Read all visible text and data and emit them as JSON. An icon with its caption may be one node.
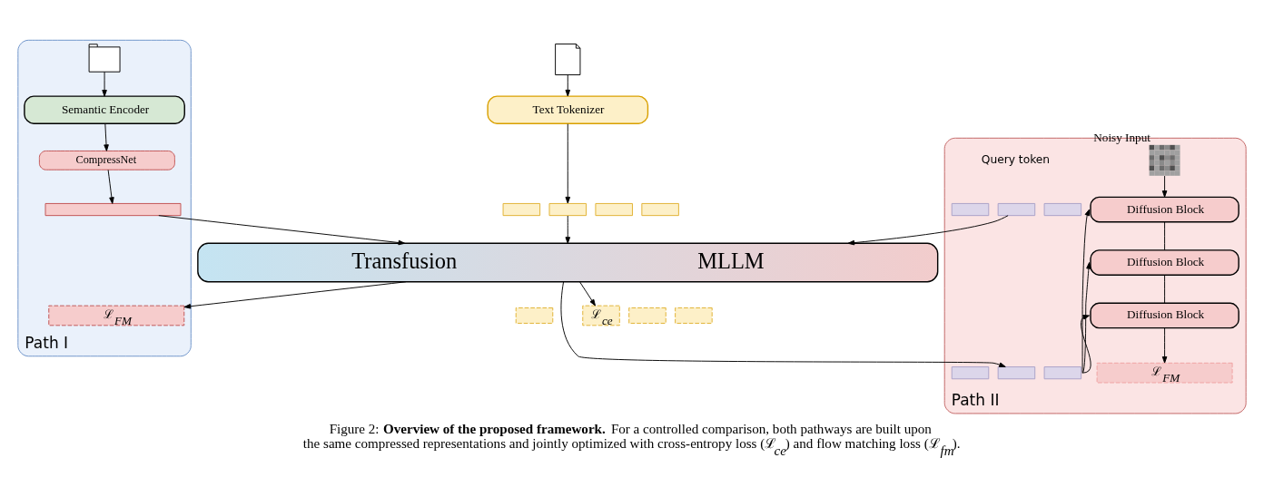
{
  "diagram": {
    "caption": "Figure 2: **Overview of the proposed framework.** For a controlled comparison, both pathways are built upon the same compressed representations and jointly optimized with cross-entropy loss (ℒ$_{ce}$) and flow matching loss (ℒ$_{fm}$).",
    "nodes": [
      {
        "text": [
          "Path I"
        ]
      },
      {
        "text": [
          "Path II"
        ]
      },
      {
        "text": [],
        "shape": "picture"
      },
      {
        "text": [
          "Text Tokenizer"
        ]
      },
      {
        "text": [],
        "shape": "box"
      },
      {
        "text": [],
        "shape": "box"
      },
      {
        "text": [],
        "shape": "box"
      },
      {
        "text": [],
        "shape": "box"
      },
      {
        "text": [
          "Transfusion",
          "MLLM"
        ]
      },
      {
        "text": [],
        "shape": "box"
      },
      {
        "text": [
          "ℒ$_{ce}$"
        ]
      },
      {
        "text": [],
        "shape": "box"
      },
      {
        "text": [],
        "shape": "box"
      },
      {
        "text": [],
        "shape": "picture",
        "in": 0
      },
      {
        "text": [
          "Semantic Encoder"
        ],
        "in": 0
      },
      {
        "text": [
          "CompressNet"
        ],
        "in": 0
      },
      {
        "text": [],
        "shape": "box",
        "in": 0
      },
      {
        "text": [
          "ℒ$_{FM}$"
        ],
        "in": 0
      },
      {
        "text": [],
        "shape": "picture",
        "beside": [
          "Noisy Input"
        ],
        "in": 1
      },
      {
        "text": [],
        "shape": "box",
        "in": 1
      },
      {
        "text": [],
        "shape": "box",
        "in": 1
      },
      {
        "text": [],
        "shape": "box",
        "in": 1
      },
      {
        "text": [],
        "shape": "box",
        "in": 1
      },
      {
        "text": [],
        "shape": "box",
        "in": 1
      },
      {
        "text": [],
        "shape": "box",
        "in": 1
      },
      {
        "text": [
          "Diffusion Block"
        ],
        "in": 1
      },
      {
        "text": [
          "Diffusion Block"
        ],
        "in": 1
      },
      {
        "text": [
          "Diffusion Block"
        ],
        "in": 1
      },
      {
        "text": [
          "ℒ$_{FM}$"
        ],
        "in": 1
      }
    ],
    "edges": [
      {
        "from": 2,
        "to": 3,
        "arrow": "to"
      },
      {
        "from": 3,
        "to": 5,
        "arrow": "to"
      },
      {
        "from": 5,
        "to": 8,
        "arrow": "to"
      },
      {
        "from": 8,
        "to": 10,
        "arrow": "to"
      },
      {
        "from": 13,
        "to": 14,
        "arrow": "to"
      },
      {
        "from": 14,
        "to": 15,
        "arrow": "to"
      },
      {
        "from": 15,
        "to": 16,
        "arrow": "to"
      },
      {
        "from": 16,
        "to": 8,
        "arrow": "to"
      },
      {
        "from": 8,
        "to": 17,
        "arrow": "to"
      },
      {
        "from": 18,
        "to": 25,
        "arrow": "to"
      },
      {
        "from": 20,
        "to": 8,
        "arrow": "to"
      },
      {
        "from": 8,
        "to": 23,
        "arrow": "to"
      },
      {
        "from": 24,
        "to": 25,
        "arrow": "to"
      },
      {
        "from": 24,
        "to": 26,
        "arrow": "to"
      },
      {
        "from": 24,
        "to": 27,
        "arrow": "to"
      },
      {
        "from": 25,
        "to": 26,
        "arrow": "none"
      },
      {
        "from": 26,
        "to": 27,
        "arrow": "none"
      },
      {
        "from": 27,
        "to": 28,
        "arrow": "to"
      }
    ],
    "labels": [
      "Query token"
    ]
  }
}
